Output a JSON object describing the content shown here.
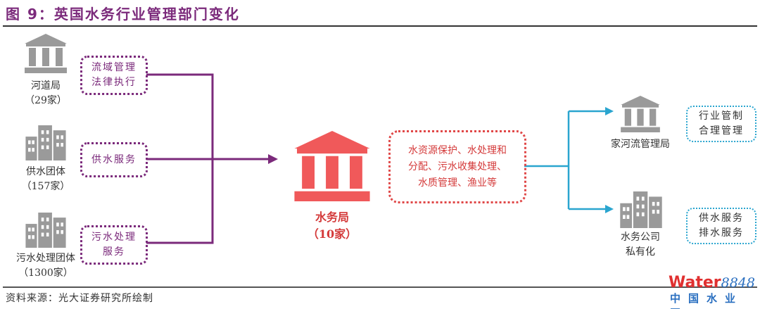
{
  "title": "图 9：英国水务行业管理部门变化",
  "left": [
    {
      "name_line1": "河道局",
      "name_line2": "（29家）",
      "icon": "government-building-icon",
      "duties": [
        "流域管理",
        "法律执行"
      ]
    },
    {
      "name_line1": "供水团体",
      "name_line2": "（157家）",
      "icon": "office-buildings-icon",
      "duties": [
        "供水服务"
      ]
    },
    {
      "name_line1": "污水处理团体",
      "name_line2": "（1300家）",
      "icon": "office-buildings-icon",
      "duties": [
        "污水处理",
        "服务"
      ]
    }
  ],
  "center": {
    "name": "水务局",
    "count": "（10家）",
    "icon": "government-building-icon",
    "duties": [
      "水资源保护、水处理和",
      "分配、污水收集处理、",
      "水质管理、渔业等"
    ]
  },
  "right": [
    {
      "name_line1": "家河流管理局",
      "icon": "government-building-icon",
      "duties": [
        "行业管制",
        "合理管理"
      ]
    },
    {
      "name_line1": "水务公司",
      "name_line2": "私有化",
      "icon": "office-buildings-icon",
      "duties": [
        "供水服务",
        "排水服务"
      ]
    }
  ],
  "source": "资料来源：光大证券研究所绘制",
  "watermark": {
    "brand": "Water",
    "num": "8848",
    "sub": "中国水业网"
  },
  "colors": {
    "purple": "#7b2a7b",
    "red": "#f0595a",
    "blue": "#2aa5cf",
    "gray": "#9a9a9a"
  }
}
